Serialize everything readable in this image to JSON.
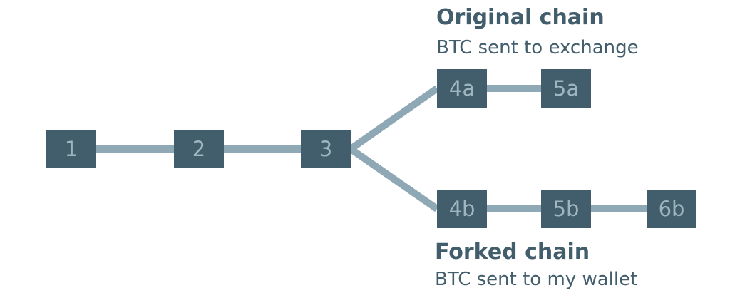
{
  "diagram": {
    "colors": {
      "block_fill": "#425d6b",
      "block_text": "#9fb6c1",
      "link": "#8ea9b5",
      "heading_text": "#425d6b"
    },
    "blocks": {
      "b1": "1",
      "b2": "2",
      "b3": "3",
      "b4a": "4a",
      "b5a": "5a",
      "b4b": "4b",
      "b5b": "5b",
      "b6b": "6b"
    },
    "links": [
      [
        "b1",
        "b2"
      ],
      [
        "b2",
        "b3"
      ],
      [
        "b3",
        "b4a"
      ],
      [
        "b4a",
        "b5a"
      ],
      [
        "b3",
        "b4b"
      ],
      [
        "b4b",
        "b5b"
      ],
      [
        "b5b",
        "b6b"
      ]
    ],
    "original_chain": {
      "title": "Original chain",
      "subtitle": "BTC sent to exchange"
    },
    "forked_chain": {
      "title": "Forked chain",
      "subtitle": "BTC sent to my wallet"
    }
  }
}
